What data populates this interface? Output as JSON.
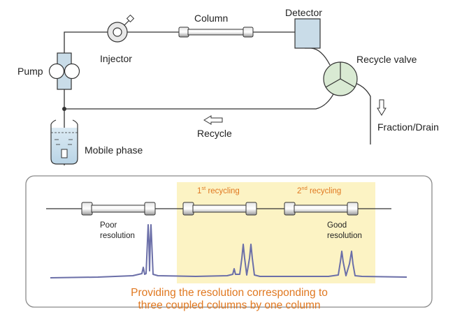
{
  "labels": {
    "column": "Column",
    "detector": "Detector",
    "injector": "Injector",
    "pump": "Pump",
    "recycle_valve": "Recycle valve",
    "fraction_drain": "Fraction/Drain",
    "recycle": "Recycle",
    "mobile_phase": "Mobile phase"
  },
  "panel": {
    "recycling_1_base": "1",
    "recycling_1_sup": "st",
    "recycling_1_text": " recycling",
    "recycling_2_base": "2",
    "recycling_2_sup": "nd",
    "recycling_2_text": " recycling",
    "poor_line1": "Poor",
    "poor_line2": "resolution",
    "good_line1": "Good",
    "good_line2": "resolution",
    "caption_line1": "Providing the resolution corresponding to",
    "caption_line2": "three coupled columns by one column"
  },
  "colors": {
    "line": "#333333",
    "component_blue": "#c9dce8",
    "valve_green": "#d9ead3",
    "highlight": "#fcf3c4",
    "accent_orange": "#e07820",
    "trace": "#6b6fa8"
  }
}
